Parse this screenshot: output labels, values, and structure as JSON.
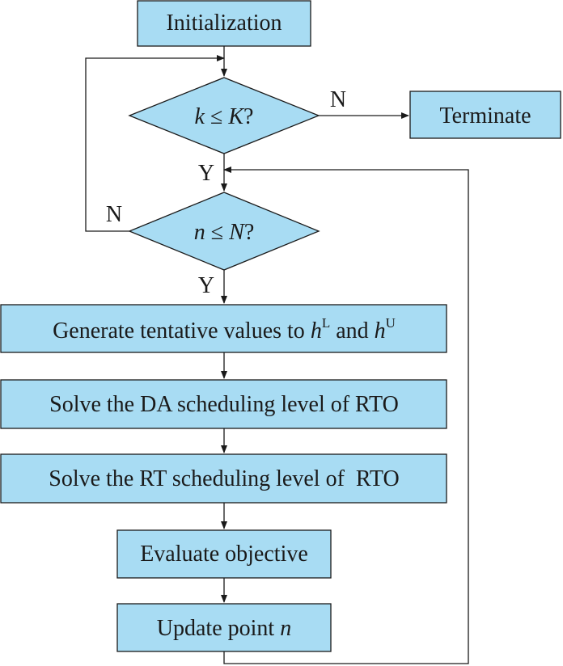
{
  "nodes": {
    "init": "Initialization",
    "cond_k": {
      "var": "k",
      "op": " ≤ ",
      "bound": "K",
      "q": "?"
    },
    "terminate": "Terminate",
    "cond_n": {
      "var": "n",
      "op": " ≤ ",
      "bound": "N",
      "q": "?"
    },
    "generate": {
      "text": "Generate tentative values to ",
      "v1": "h",
      "s1": "L",
      "mid": " and ",
      "v2": "h",
      "s2": "U"
    },
    "solve_da": "Solve the DA scheduling level of RTO",
    "solve_rt": "Solve the RT scheduling level of  RTO",
    "evaluate": "Evaluate objective",
    "update": {
      "text": "Update point ",
      "var": "n"
    }
  },
  "edges": {
    "k_no": "N",
    "k_yes": "Y",
    "n_no": "N",
    "n_yes": "Y"
  },
  "colors": {
    "fill": "#a8dcf3",
    "stroke": "#1a1a1a"
  }
}
